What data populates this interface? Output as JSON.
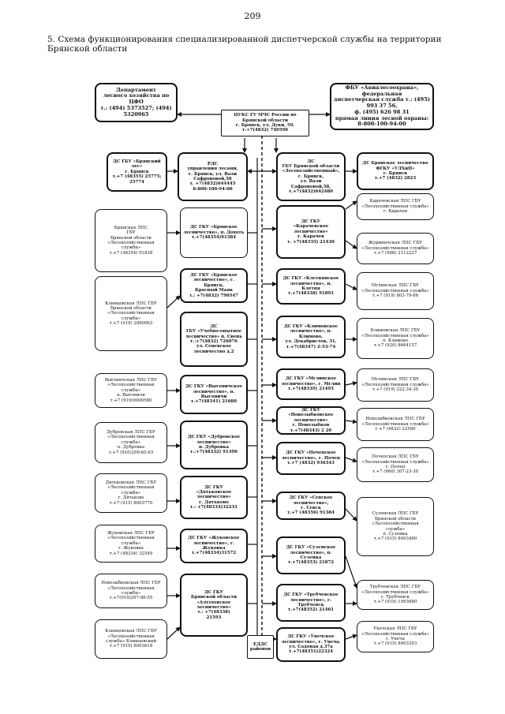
{
  "page": {
    "number": "209",
    "caption": "5. Схема функционирования специализированной диспетчерской службы на территории Брянской области"
  },
  "nodes": [
    {
      "id": "dept",
      "text": "Департамент\nлесного хозяйства по ЦФО\nт.: (494) 5373527; (494) 5320965"
    },
    {
      "id": "avialesookhrana",
      "text": "ФБУ «Авиалесоохрана», федеральная\nдиспетчерская служба т.: (495) 993 37 56,\nф. (495) 626 98 31\nпрямая линия лесной охраны:\n8-800-100-94-00"
    },
    {
      "id": "mchs",
      "text": "ЦУКС ГУ МЧС России по Брянской области\nг. Брянск, ул. Дуки, 59, т.+7(4832) 740590"
    },
    {
      "id": "ds_gbu_left",
      "text": "ДС ГБУ «Брянский\nлес»\nг. Брянск\nт.+7 (48355) 25775; 25774"
    },
    {
      "id": "rds",
      "text": "РДС\nуправления лесами,\nг. Брянск, ул. Вали Сафроновой,58\nт. +7(4832)644445\n8-800-100-94-00"
    },
    {
      "id": "ds_gbu_center",
      "text": "ДС\nГБУ Брянской области\n«Лесохозяйственный», г. Брянск,\nул. Вали Сафроновой,58,\nт.+7(4832)642480"
    },
    {
      "id": "ds_bryansk_lesn",
      "text": "ДС Брянское лесничество\nФГКУ «УЛХиП»\nг. Брянск\nт.+7 (4832) 2823"
    },
    {
      "id": "bryansk_lps",
      "text": "Брянская ЛПС\nГБУ\nБрянской области\n«Лесохозяйственная\nслужба»\nт.+7 (48354) 91838"
    },
    {
      "id": "ds_karachev",
      "text": "ДС ГКУ\n«Карачевское лесничество»\nг. Карачев\nт. +7(48335) 21430"
    },
    {
      "id": "karachev_lps",
      "text": "Карачевская ЛПС ГБУ\n«Лесохозяйственная служба»\nг. Карачев"
    },
    {
      "id": "zhuravlevsk_lps",
      "text": "Журиничская ЛПС ГБУ\n«Лесохозяйственная служба»\nт.+7 (906) 2112227"
    },
    {
      "id": "klintsy_lps",
      "text": "Клинцовская ЛПС ГБУ\nБрянской области\n«Лесохозяйственная\nслужба»\nт.+7 (919) 2890063"
    },
    {
      "id": "ds_krasnaya",
      "text": "ДС ГКУ «Брянское\nлесничество», г. Брянск,\nКрасный Маяк\nт.: +7(4832) 790547"
    },
    {
      "id": "ds_kletnya",
      "text": "ДС ГКУ «Клетнянское\nлесничество», п. Клетня\nт.+7(48338) 91891"
    },
    {
      "id": "mglin_lps",
      "text": "Мглинская ЛПС ГБУ\n«Лесохозяйственная служба»\nт.+7 (919) 803-79-66"
    },
    {
      "id": "ds_opytnoe",
      "text": "ДС\nГБУ «Учебно-опытное\nлесничество» п. Свень\nт.:+7(4832) 726076\nул. Сеневское\nлесничество д.2"
    },
    {
      "id": "ds_klimovo",
      "text": "ДС ГКУ «Климовское\nлесничество», п. Климово,\nул. Декабристов, 31,\nт.+7(48347) 2-53-74"
    },
    {
      "id": "klimovo_lps",
      "text": "Климовская ЛПС ГБУ\n«Лесохозяйственная служба»\nп. Климово\nт.+7 (920) 8664157"
    },
    {
      "id": "vygonichi_lps",
      "text": "Выгоничская ЛПС ГБУ\n«Лесохозяйственная служба»\nп. Выгоничи\nт.+7 (919)0000580"
    },
    {
      "id": "ds_vygonichi",
      "text": "ДС ГКУ «Выгоничское\nлесничество», п. Выгоничи\nт.+7(48341) 21680"
    },
    {
      "id": "ds_mglin",
      "text": "ДС ГКУ «Мглинское\nлесничество», г. Мглин\nт.+7(48339) 21495"
    },
    {
      "id": "mglin2_lps",
      "text": "Мглинская ЛПС ГБУ\n«Лесохозяйственная служба»\nт.+7 (919) 222-34-30"
    },
    {
      "id": "dubrovka_lps",
      "text": "Дубровская ЛПС ГБУ\n«Лесохозяйственная служба»\nп. Дубровка\nт.+7 (910)299-65-03"
    },
    {
      "id": "ds_dubrovka",
      "text": "ДС ГКУ «Дубровское\nлесничество»\nп. Дубровка\nт.:+7(48332) 91396"
    },
    {
      "id": "ds_novozybkov",
      "text": "ДС ГКУ «Новозыбковское\nлесничество»\nг. Новозыбков\nт.+7(48343) 2 20"
    },
    {
      "id": "novozybkov_lps",
      "text": "Новозыбковская ЛПС ГБУ\n«Лесохозяйственная служба»\nт.+7 (4832) 22580"
    },
    {
      "id": "dyatkovo_lps",
      "text": "Дятьковская ЛПС ГБУ\n«Лесохозяйственная служба»\nг. Дятьково\nт.+7 (915) 8003770"
    },
    {
      "id": "ds_dyatkovo",
      "text": "ДС ГКУ\n«Дятьковское лесничество»\nг. Дятьково\nт.: +7(48333)32231"
    },
    {
      "id": "ds_pochep",
      "text": "ДС ГКУ «Почепское\nлесничество», г. Почеп\nт.+7 (4832) 936343"
    },
    {
      "id": "pochep_lps",
      "text": "Почепская ЛПС ГБУ\n«Лесохозяйственная служба»\nг. Почеп\nт.+7 (960) 307-23-30"
    },
    {
      "id": "ds_sevsk",
      "text": "ДС ГКУ «Севское лесничество»,\nг. Севск\nт.+7 (48356) 91384"
    },
    {
      "id": "suzemka_lps",
      "text": "Суземская ЛПС ГБУ\nБрянской области\n«Лесохозяйственная\nслужба»\nп. Суземка\nт.+7 (915) 8003460"
    },
    {
      "id": "zhukovka_lps",
      "text": "Жуковская ЛПС ГБУ\n«Лесохозяйственная служба»\nг. Жуковка\nт.+7 (48334) 32549"
    },
    {
      "id": "ds_zhukovka",
      "text": "ДС ГКУ «Жуковское\nлесничество», г. Жуковка\nт.+7(48334)31572"
    },
    {
      "id": "ds_suzemka",
      "text": "ДС ГКУ «Суземское\nлесничество», п. Суземка\nт.+7(48353) 21872"
    },
    {
      "id": "novozybkov2_lps",
      "text": "Новозыбковская ЛПС ГБУ\n«Лесохозяйственная служба»\nт.+7(910)297-86-55"
    },
    {
      "id": "ds_altukhovo",
      "text": "ДС ГКУ\nБрянской области\n«Алтуховское\nлесничество»\nт.: +7(48338)\n21593"
    },
    {
      "id": "ds_trubchevsk",
      "text": "ДС ГКУ «Трубчевское\nлесничество», г. Трубчевск\nт.+7(48352) 21461"
    },
    {
      "id": "trubchevsk_lps",
      "text": "Трубчевская ЛПС ГБУ\n«Лесохозяйственная служба»\nг. Трубчевск\nт.+7 (919) 1993680"
    },
    {
      "id": "klintsy2_lps",
      "text": "Клинцовская ЛПС ГБУ\n«Лесохозяйственная\nслужба» Клинцовский\nт.+7 (919) 8003618"
    },
    {
      "id": "edds",
      "text": "ЕДДС\nрайонов"
    },
    {
      "id": "ds_unecha",
      "text": "ДС ГКУ «Унечское\nлесничество», г. Унеча,\nул. Садовая д.37а\nт.+7(48351)22324"
    },
    {
      "id": "unecha_lps",
      "text": "Унечская ЛПС ГБУ\n«Лесохозяйственная служба»\nг. Унеча\nт.+7 (915) 8003353"
    }
  ]
}
